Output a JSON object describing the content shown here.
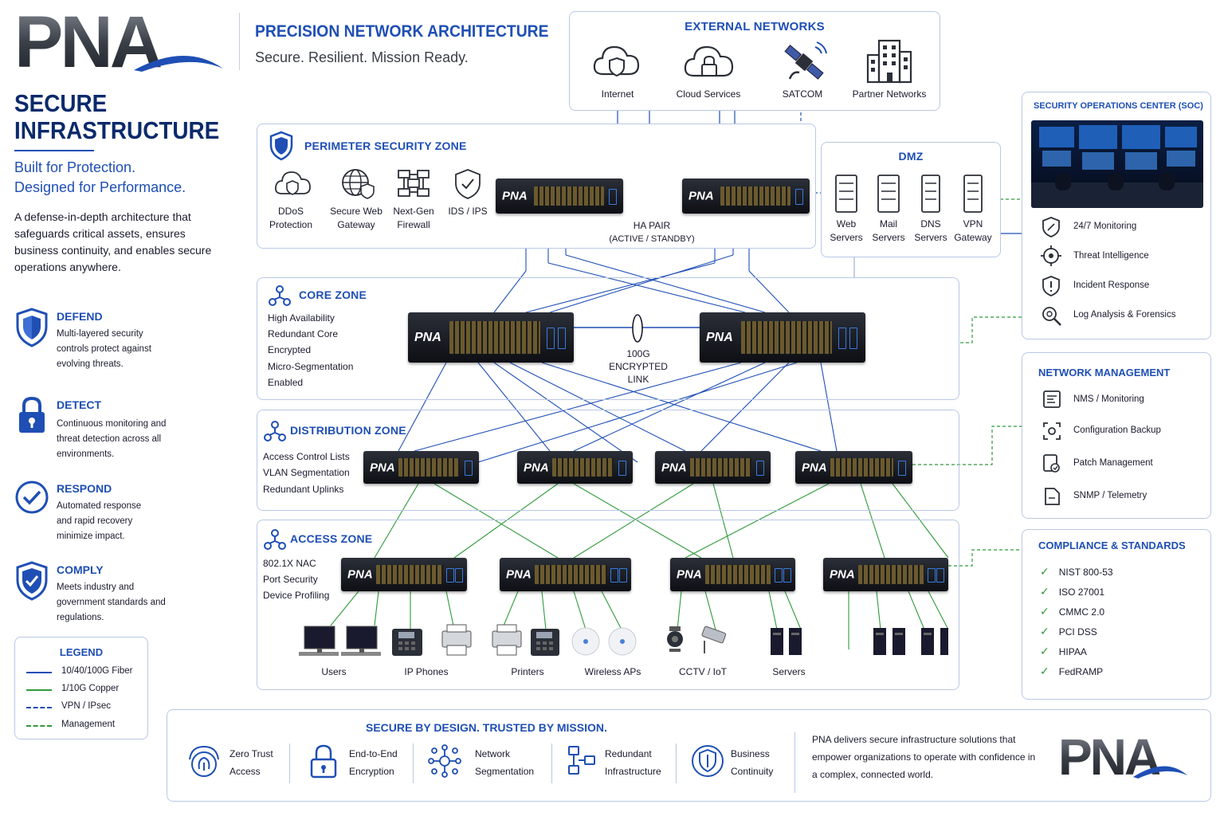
{
  "brand": {
    "logo_text": "PNA",
    "title": "PRECISION NETWORK ARCHITECTURE",
    "tagline": "Secure. Resilient. Mission Ready."
  },
  "left": {
    "heading_line1": "SECURE",
    "heading_line2": "INFRASTRUCTURE",
    "sub_line1": "Built for Protection.",
    "sub_line2": "Designed for Performance.",
    "description": "A defense-in-depth architecture that safeguards critical assets, ensures business continuity, and enables secure operations anywhere.",
    "pillars": [
      {
        "title": "DEFEND",
        "text": "Multi-layered security controls protect against evolving threats.",
        "icon": "shield-icon"
      },
      {
        "title": "DETECT",
        "text": "Continuous monitoring and threat detection across all environments.",
        "icon": "lock-icon"
      },
      {
        "title": "RESPOND",
        "text": "Automated response and rapid recovery minimize impact.",
        "icon": "check-circle-icon"
      },
      {
        "title": "COMPLY",
        "text": "Meets industry and government standards and regulations.",
        "icon": "shield-check-icon"
      }
    ],
    "legend": {
      "title": "LEGEND",
      "items": [
        {
          "label": "10/40/100G Fiber",
          "color": "#1f4fb5",
          "style": "solid"
        },
        {
          "label": "1/10G Copper",
          "color": "#2e9a3a",
          "style": "solid"
        },
        {
          "label": "VPN / IPsec",
          "color": "#1f4fb5",
          "style": "dashed"
        },
        {
          "label": "Management",
          "color": "#2e9a3a",
          "style": "dashed"
        }
      ]
    }
  },
  "external": {
    "title": "EXTERNAL NETWORKS",
    "items": [
      {
        "label": "Internet",
        "icon": "cloud-shield-icon"
      },
      {
        "label": "Cloud Services",
        "icon": "cloud-lock-icon"
      },
      {
        "label": "SATCOM",
        "icon": "satellite-icon"
      },
      {
        "label": "Partner Networks",
        "icon": "building-icon"
      }
    ]
  },
  "perimeter": {
    "title": "PERIMETER SECURITY ZONE",
    "items": [
      {
        "label1": "DDoS",
        "label2": "Protection",
        "icon": "cloud-shield-icon"
      },
      {
        "label1": "Secure Web",
        "label2": "Gateway",
        "icon": "globe-shield-icon"
      },
      {
        "label1": "Next-Gen",
        "label2": "Firewall",
        "icon": "firewall-icon"
      },
      {
        "label1": "IDS / IPS",
        "label2": "",
        "icon": "shield-scan-icon"
      }
    ],
    "ha_line1": "HA PAIR",
    "ha_line2": "(ACTIVE / STANDBY)"
  },
  "dmz": {
    "title": "DMZ",
    "items": [
      {
        "label1": "Web",
        "label2": "Servers"
      },
      {
        "label1": "Mail",
        "label2": "Servers"
      },
      {
        "label1": "DNS",
        "label2": "Servers"
      },
      {
        "label1": "VPN",
        "label2": "Gateway"
      }
    ]
  },
  "core": {
    "title": "CORE ZONE",
    "features": [
      "High Availability",
      "Redundant Core",
      "Encrypted",
      "Micro-Segmentation",
      "Enabled"
    ],
    "link_line1": "100G",
    "link_line2": "ENCRYPTED",
    "link_line3": "LINK"
  },
  "distribution": {
    "title": "DISTRIBUTION ZONE",
    "features": [
      "Access Control Lists",
      "VLAN Segmentation",
      "Redundant Uplinks"
    ]
  },
  "access": {
    "title": "ACCESS ZONE",
    "features": [
      "802.1X NAC",
      "Port Security",
      "Device Profiling"
    ],
    "endpoints": [
      "Users",
      "IP Phones",
      "Printers",
      "Wireless APs",
      "CCTV / IoT",
      "Servers"
    ]
  },
  "soc": {
    "title": "SECURITY OPERATIONS CENTER (SOC)",
    "items": [
      {
        "label": "24/7 Monitoring",
        "icon": "shield-monitor-icon"
      },
      {
        "label": "Threat Intelligence",
        "icon": "target-icon"
      },
      {
        "label": "Incident Response",
        "icon": "shield-alert-icon"
      },
      {
        "label": "Log Analysis & Forensics",
        "icon": "magnifier-icon"
      }
    ]
  },
  "netmgmt": {
    "title": "NETWORK MANAGEMENT",
    "items": [
      {
        "label": "NMS / Monitoring",
        "icon": "dashboard-icon"
      },
      {
        "label": "Configuration Backup",
        "icon": "config-icon"
      },
      {
        "label": "Patch Management",
        "icon": "patch-icon"
      },
      {
        "label": "SNMP / Telemetry",
        "icon": "document-icon"
      }
    ]
  },
  "compliance": {
    "title": "COMPLIANCE & STANDARDS",
    "items": [
      "NIST 800-53",
      "ISO 27001",
      "CMMC 2.0",
      "PCI DSS",
      "HIPAA",
      "FedRAMP"
    ]
  },
  "footer": {
    "title": "SECURE BY DESIGN. TRUSTED BY MISSION.",
    "items": [
      {
        "line1": "Zero Trust",
        "line2": "Access",
        "icon": "fingerprint-icon"
      },
      {
        "line1": "End-to-End",
        "line2": "Encryption",
        "icon": "lock-icon"
      },
      {
        "line1": "Network",
        "line2": "Segmentation",
        "icon": "network-icon"
      },
      {
        "line1": "Redundant",
        "line2": "Infrastructure",
        "icon": "redundant-icon"
      },
      {
        "line1": "Business",
        "line2": "Continuity",
        "icon": "continuity-icon"
      }
    ],
    "statement": "PNA delivers secure infrastructure solutions that empower organizations to operate with confidence in a complex, connected world.",
    "logo_text": "PNA"
  },
  "switch_brand": "PNA",
  "colors": {
    "navy": "#0b2a6b",
    "accent": "#1f4fb5",
    "copper": "#2e9a3a"
  }
}
